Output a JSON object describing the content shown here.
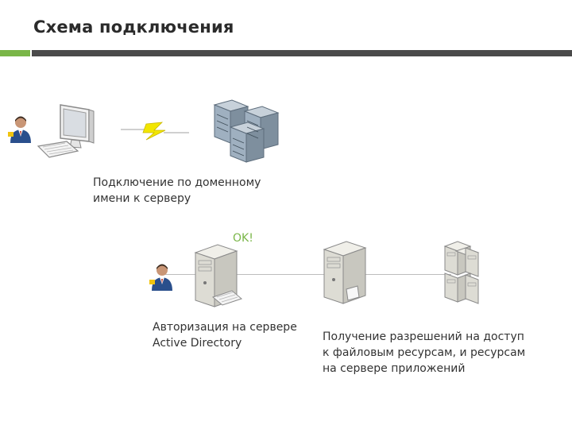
{
  "slide": {
    "title": "Схема подключения",
    "caption_connect": "Подключение по доменному\nимени к серверу",
    "ok_label": "OK!",
    "caption_auth": "Авторизация на сервере\nActive Directory",
    "caption_permissions": "Получение разрешений на доступ\nк файловым ресурсам, и ресурсам\nна сервере приложений"
  },
  "colors": {
    "accent_green": "#7ab648",
    "bar_gray": "#4a4a4a",
    "lightning_yellow": "#f2e600"
  },
  "icons": [
    "user-icon",
    "workstation-icon",
    "lightning-icon",
    "server-rack-icon",
    "user-icon",
    "ad-server-icon",
    "file-server-icon",
    "app-server-rack-icon"
  ]
}
